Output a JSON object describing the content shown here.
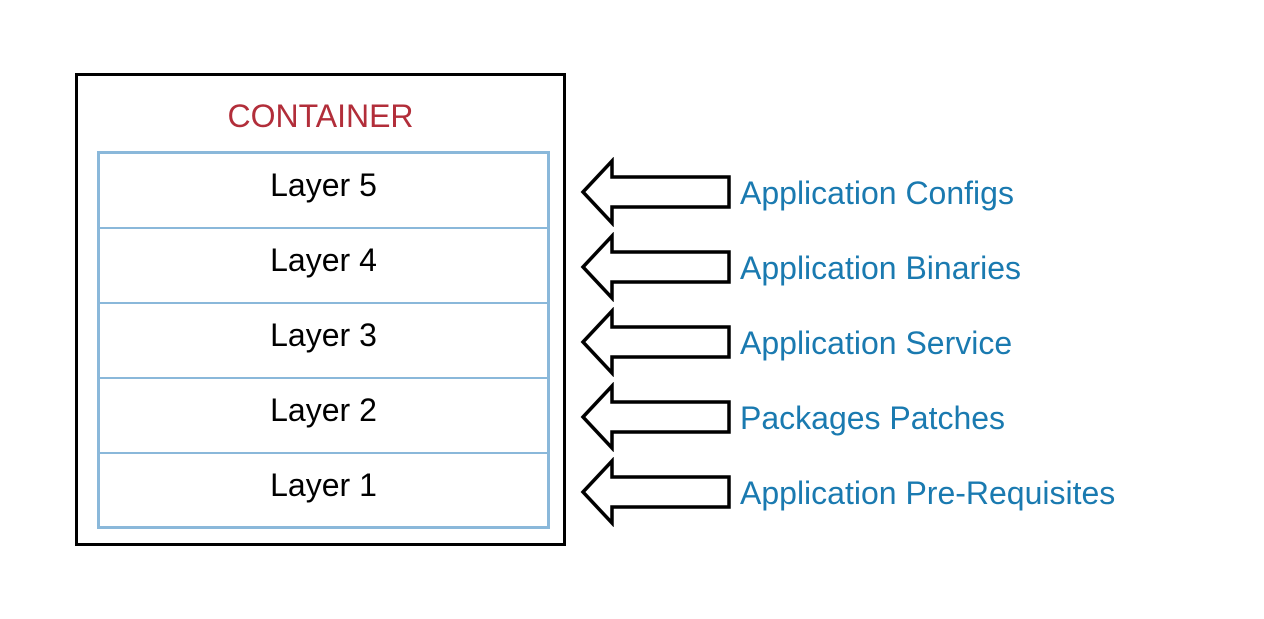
{
  "container": {
    "title": "CONTAINER",
    "title_color": "#b22e3a",
    "border_color": "#000000"
  },
  "layers": [
    {
      "label": "Layer 5"
    },
    {
      "label": "Layer 4"
    },
    {
      "label": "Layer 3"
    },
    {
      "label": "Layer 2"
    },
    {
      "label": "Layer 1"
    }
  ],
  "layer_border_color": "#8ab8da",
  "components": [
    {
      "label": "Application Configs"
    },
    {
      "label": "Application Binaries"
    },
    {
      "label": "Application Service"
    },
    {
      "label": "Packages Patches"
    },
    {
      "label": "Application Pre-Requisites"
    }
  ],
  "component_text_color": "#1a7ab0",
  "arrow_icon": "arrow-left-icon"
}
